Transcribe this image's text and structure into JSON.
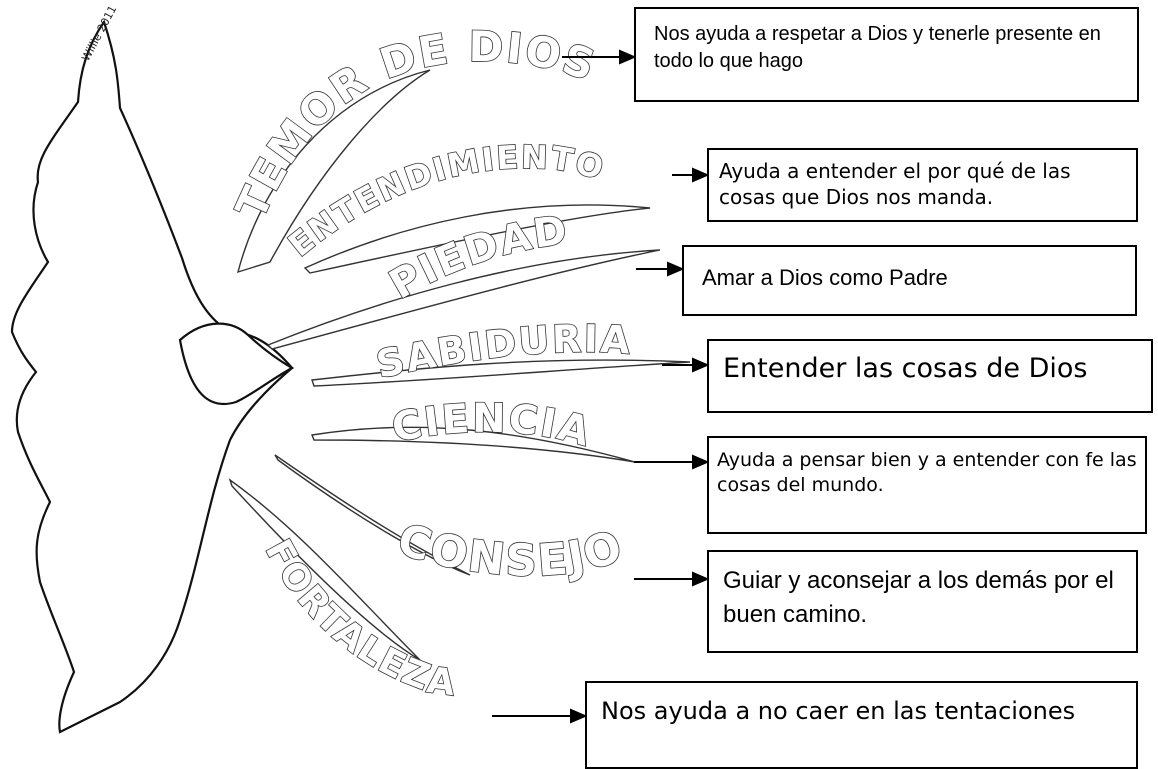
{
  "signature": "Willie 2011",
  "gifts": [
    {
      "id": "temor-de-dios",
      "word": "TEMOR DE DIOS",
      "description": "Nos ayuda a respetar a Dios y tenerle presente en todo lo que hago"
    },
    {
      "id": "entendimiento",
      "word": "ENTENDIMIENTO",
      "description": "Ayuda a entender el por qué de las cosas que Dios nos manda."
    },
    {
      "id": "piedad",
      "word": "PIEDAD",
      "description": "Amar a Dios como Padre"
    },
    {
      "id": "sabiduria",
      "word": "SABIDURIA",
      "description": "Entender las cosas de Dios"
    },
    {
      "id": "ciencia",
      "word": "CIENCIA",
      "description": "Ayuda a pensar bien y a entender con fe las cosas del mundo."
    },
    {
      "id": "consejo",
      "word": "CONSEJO",
      "description": "Guiar y aconsejar a los demás por el buen camino."
    },
    {
      "id": "fortaleza",
      "word": "FORTALEZA",
      "description": "Nos ayuda a no caer en las tentaciones"
    }
  ],
  "colors": {
    "ink": "#000000",
    "outline": "#333333",
    "paper": "#ffffff"
  }
}
